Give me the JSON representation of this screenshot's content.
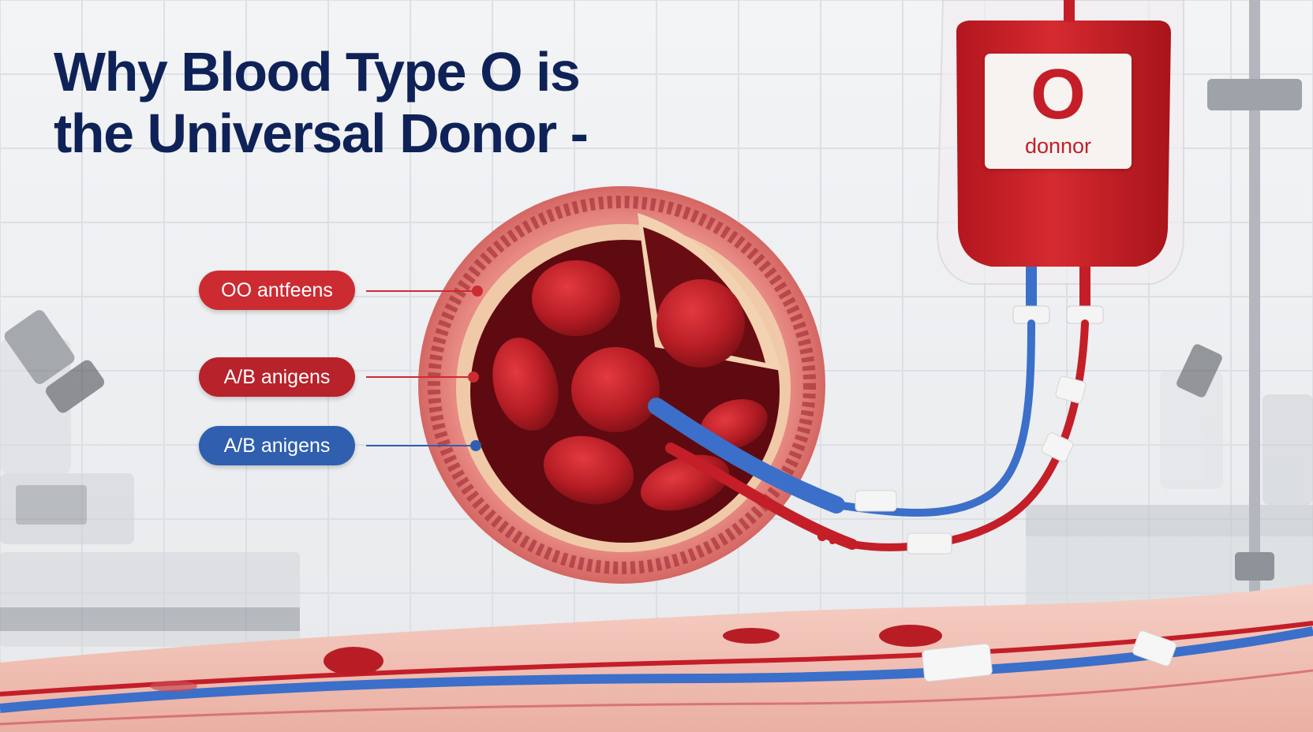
{
  "title": {
    "line1": "Why Blood Type O is",
    "line2": "the Universal Donor -"
  },
  "callouts": [
    {
      "label": "OO antfeens",
      "color": "#cc2b32"
    },
    {
      "label": "A/B anigens",
      "color": "#b8222a"
    },
    {
      "label": "A/B anigens",
      "color": "#2f5fae"
    }
  ],
  "blood_bag": {
    "big_label": "O",
    "small_label": "donnor",
    "label_color": "#c41e28"
  },
  "colors": {
    "title": "#0f2258",
    "blood": "#c41e28",
    "vein": "#3b6fc9"
  }
}
